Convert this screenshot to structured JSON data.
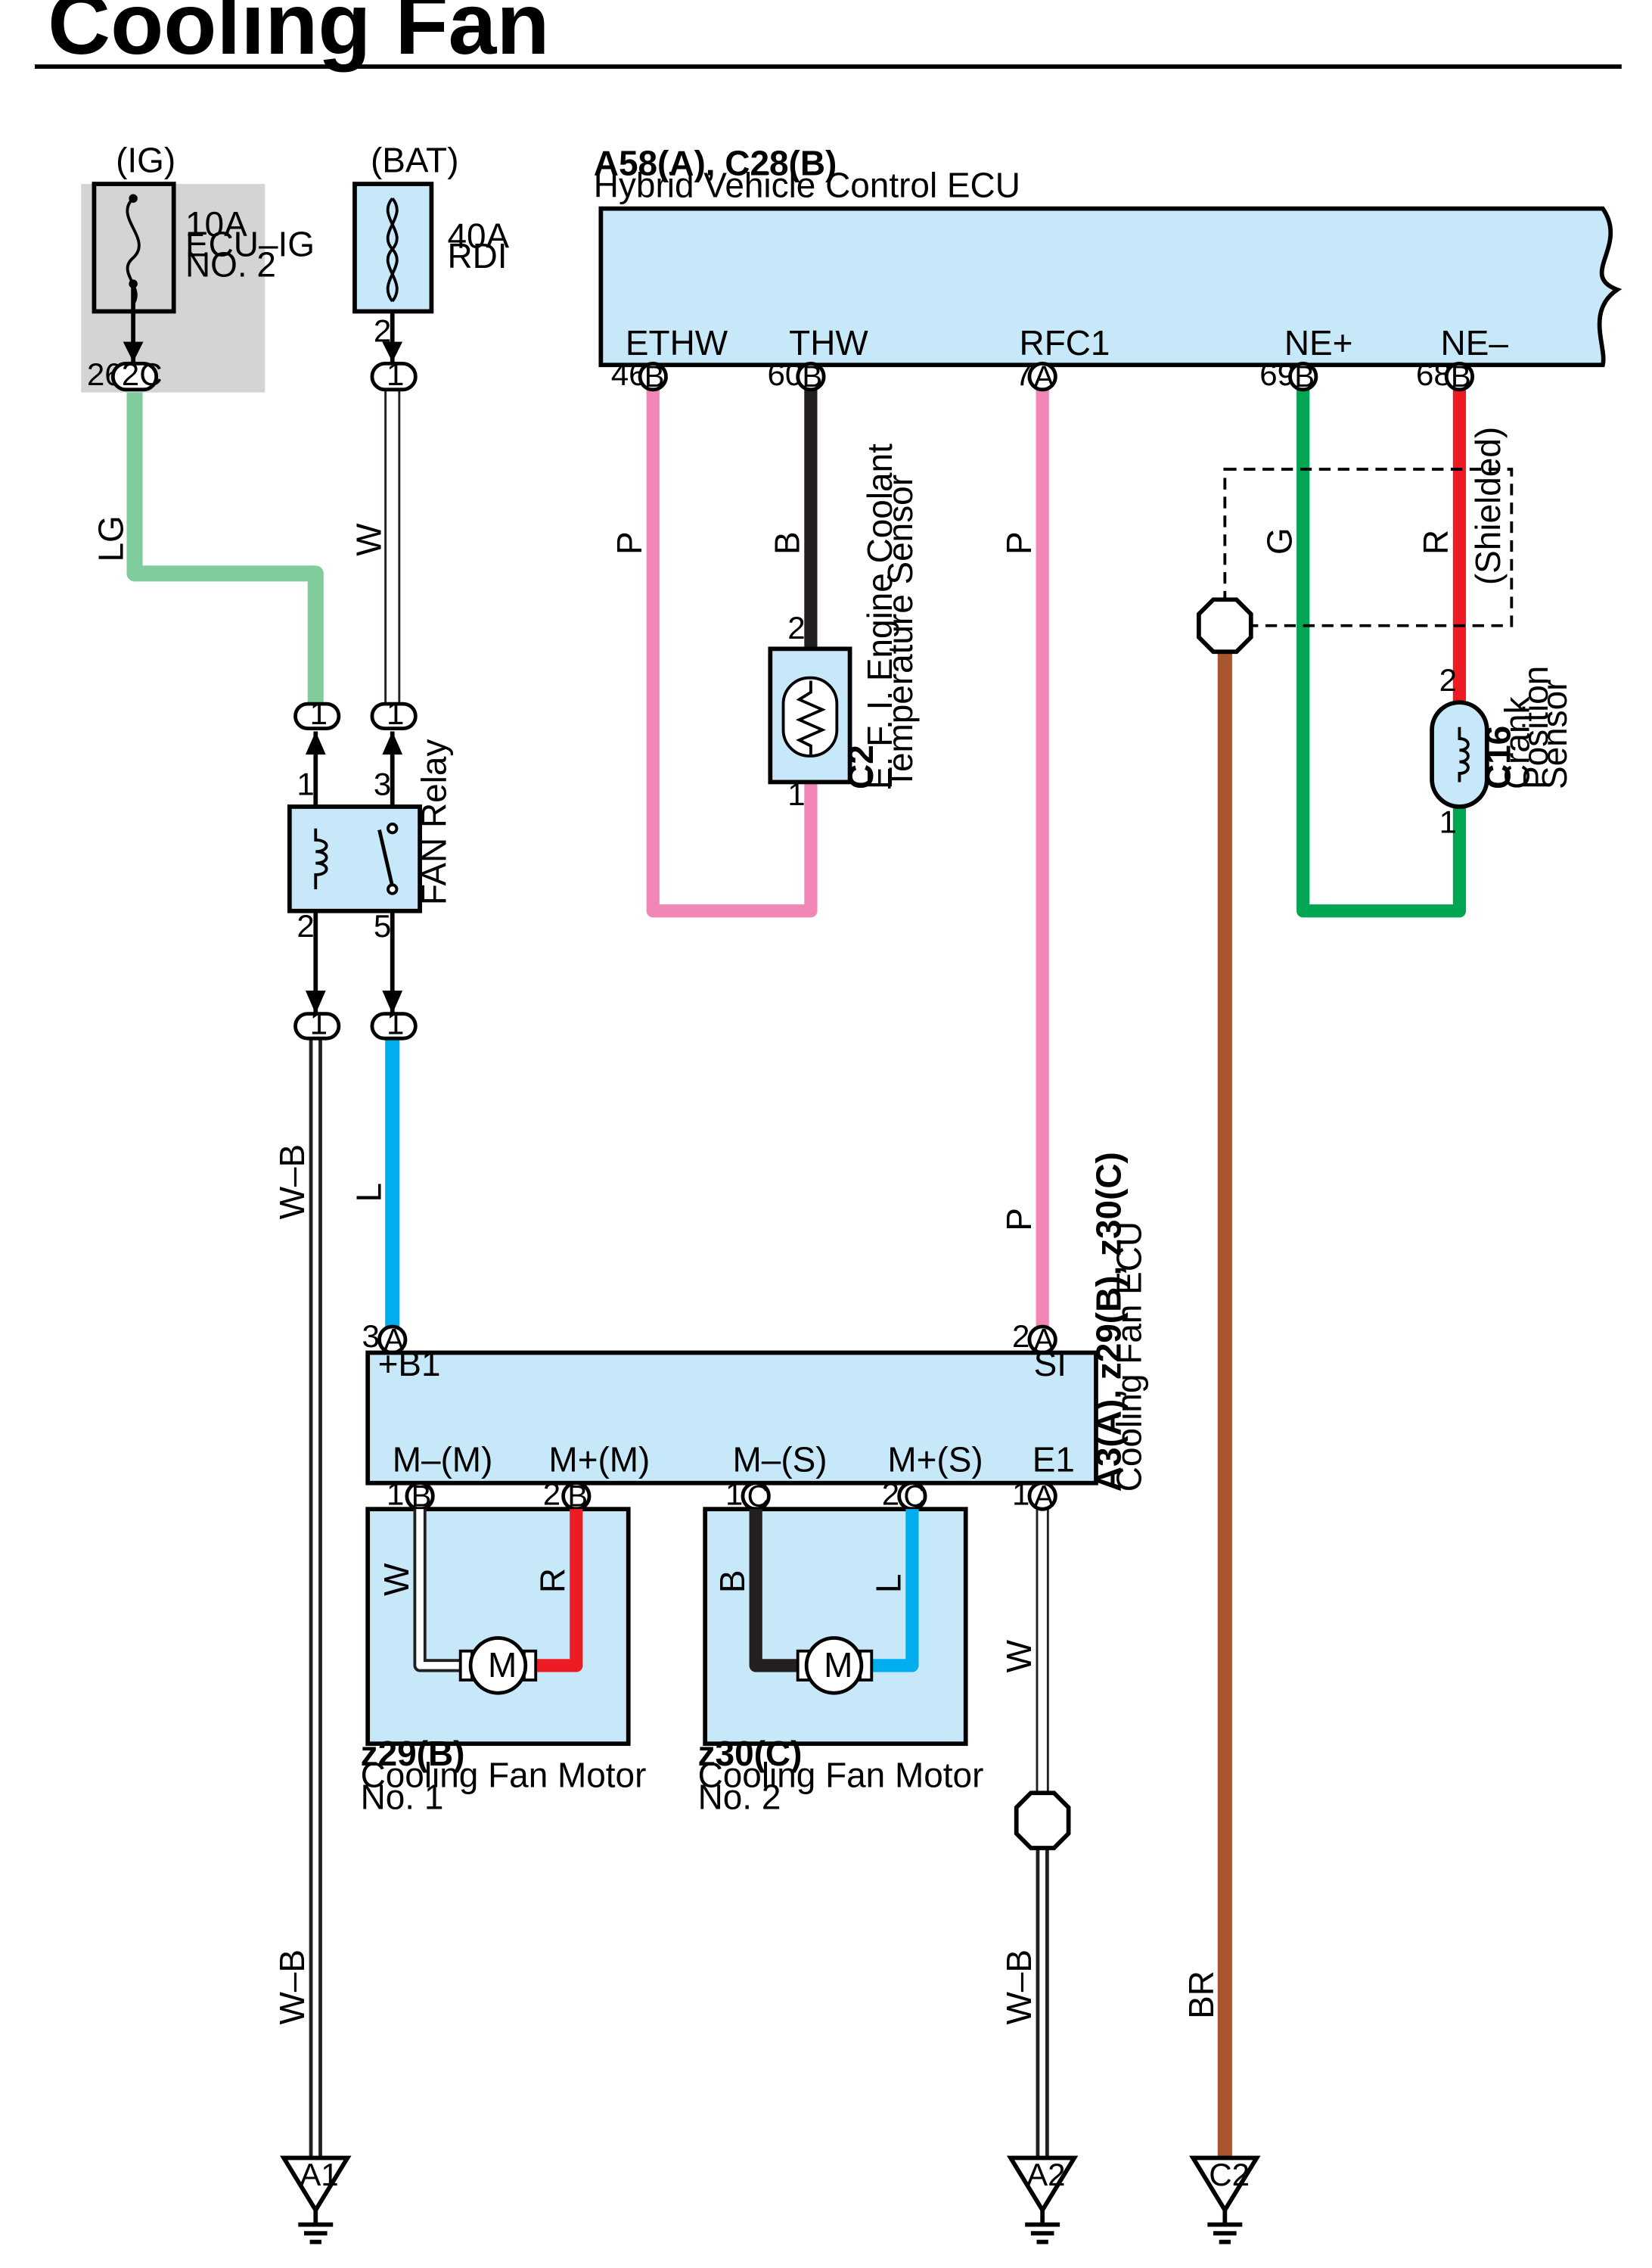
{
  "title": "Cooling Fan",
  "colors": {
    "light_green": "#80cc9c",
    "green": "#00a651",
    "pink": "#f287b7",
    "black": "#231f20",
    "red": "#ed1c24",
    "blue": "#00aeef",
    "brown": "#a9552f",
    "white_wire": "#ffffff",
    "component_fill": "#c7e8f8",
    "shade": "#d4d4d6"
  },
  "fuse_ig": {
    "source": "(IG)",
    "rating": "10A",
    "name1": "ECU–IG",
    "name2": "NO. 2",
    "pin_out": "26",
    "connector": "2C"
  },
  "fuse_bat": {
    "source": "(BAT)",
    "rating": "40A",
    "name": "RDI",
    "pin_out": "2",
    "connector": "1"
  },
  "hv_ecu": {
    "id": "A58(A), C28(B)",
    "name": "Hybrid Vehicle Control ECU",
    "terminals": [
      {
        "name": "ETHW",
        "pin": "46",
        "conn": "B"
      },
      {
        "name": "THW",
        "pin": "60",
        "conn": "B"
      },
      {
        "name": "RFC1",
        "pin": "7",
        "conn": "A"
      },
      {
        "name": "NE+",
        "pin": "69",
        "conn": "B"
      },
      {
        "name": "NE–",
        "pin": "68",
        "conn": "B"
      }
    ]
  },
  "wire_codes": {
    "lg": "LG",
    "w": "W",
    "p": "P",
    "b": "B",
    "g": "G",
    "r": "R",
    "l": "L",
    "wb": "W–B",
    "br": "BR"
  },
  "shield_label": "(Shielded)",
  "junction_connector": "1",
  "relay": {
    "name": "FAN Relay",
    "pin1": "1",
    "pin2": "2",
    "pin3": "3",
    "pin5": "5"
  },
  "coolant_sensor": {
    "id": "C2",
    "line1": "E. F. I.  Engine Coolant",
    "line2": "Temperature Sensor",
    "pin_top": "2",
    "pin_bottom": "1"
  },
  "crank_sensor": {
    "id": "C16",
    "line1": "Crank",
    "line2": "Position",
    "line3": "Sensor",
    "pin_top": "2",
    "pin_bottom": "1"
  },
  "fan_ecu": {
    "id": "A3(A), z29(B), z30(C)",
    "name": "Cooling Fan ECU",
    "b1_label": "+B1",
    "b1_pin": "3",
    "b1_conn": "A",
    "si_label": "SI",
    "si_pin": "2",
    "si_conn": "A",
    "terminals": [
      {
        "name": "M–(M)",
        "pin": "1",
        "conn": "B"
      },
      {
        "name": "M+(M)",
        "pin": "2",
        "conn": "B"
      },
      {
        "name": "M–(S)",
        "pin": "1",
        "conn": "C"
      },
      {
        "name": "M+(S)",
        "pin": "2",
        "conn": "C"
      },
      {
        "name": "E1",
        "pin": "1",
        "conn": "A"
      }
    ]
  },
  "motor1": {
    "id": "z29(B)",
    "name": "Cooling Fan Motor",
    "num": "No.  1",
    "symbol": "M"
  },
  "motor2": {
    "id": "z30(C)",
    "name": "Cooling Fan Motor",
    "num": "No.  2",
    "symbol": "M"
  },
  "grounds": [
    "A1",
    "A2",
    "C2"
  ]
}
